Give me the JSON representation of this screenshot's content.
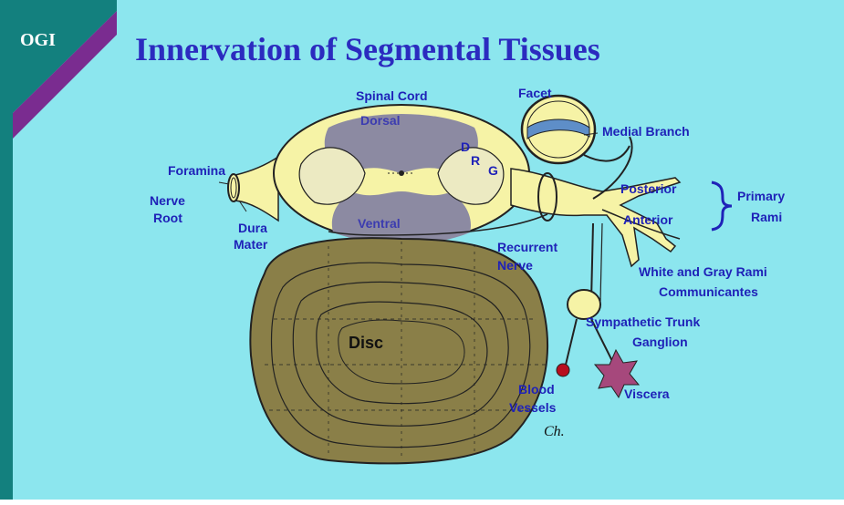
{
  "logo": {
    "text": "OGI"
  },
  "title": "Innervation of Segmental Tissues",
  "labels": {
    "spinal_cord": "Spinal Cord",
    "dorsal": "Dorsal",
    "ventral": "Ventral",
    "drg_d": "D",
    "drg_r": "R",
    "drg_g": "G",
    "facet": "Facet",
    "medial_branch": "Medial Branch",
    "foramina": "Foramina",
    "nerve": "Nerve",
    "root": "Root",
    "dura": "Dura",
    "mater": "Mater",
    "posterior": "Posterior",
    "anterior": "Anterior",
    "primary": "Primary",
    "rami": "Rami",
    "recurrent": "Recurrent",
    "recurrent_nerve": "Nerve",
    "white_gray": "White and Gray Rami",
    "communicantes": "Communicantes",
    "sympathetic": "Sympathetic Trunk",
    "ganglion": "Ganglion",
    "disc": "Disc",
    "blood": "Blood",
    "vessels": "Vessels",
    "viscera": "Viscera",
    "signature": "Ch."
  },
  "colors": {
    "background": "#8ce6ee",
    "title": "#2b2bbf",
    "labels": "#1f22b8",
    "logo_band": "#13807e",
    "logo_stripe": "#7a2c90",
    "cord": "#f6f3a6",
    "gray_matter": "#8c8aa2",
    "disc": "#8a7f48",
    "blood": "#b80e1e",
    "viscera": "#a6487c"
  }
}
